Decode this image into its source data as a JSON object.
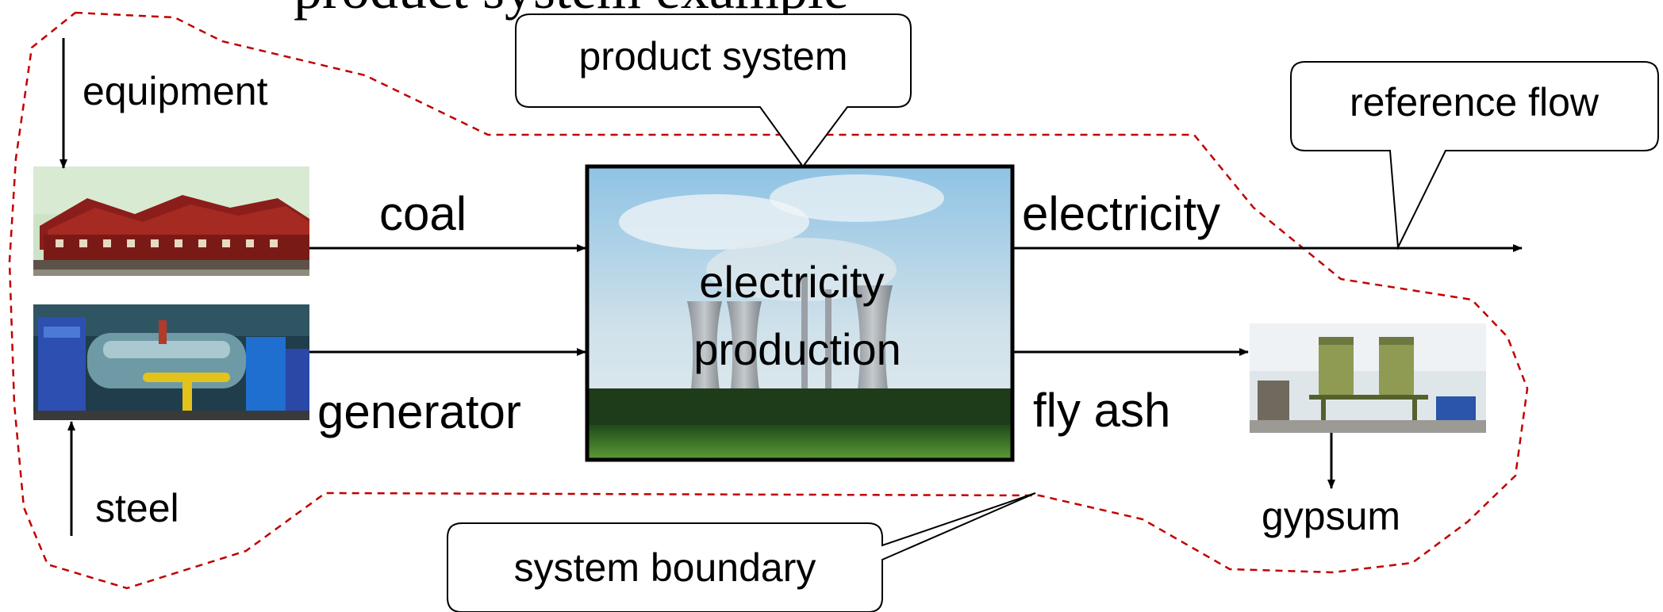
{
  "diagram": {
    "title_fragment": "product system example",
    "labels": {
      "equipment": "equipment",
      "steel": "steel",
      "coal": "coal",
      "generator": "generator",
      "process": [
        "electricity",
        "production"
      ],
      "electricity": "electricity",
      "fly_ash": "fly ash",
      "gypsum": "gypsum"
    },
    "callouts": {
      "product_system": "product system",
      "reference_flow": "reference flow",
      "system_boundary": "system boundary"
    },
    "colors": {
      "boundary": "#c00000",
      "stroke": "#000000",
      "background": "#ffffff"
    }
  }
}
